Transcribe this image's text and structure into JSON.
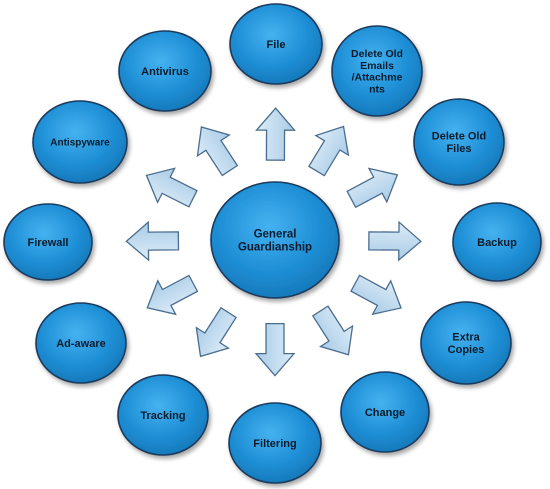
{
  "center": {
    "lines": [
      "General",
      "Guardianship"
    ]
  },
  "nodes": [
    {
      "id": "file",
      "lines": [
        "File"
      ]
    },
    {
      "id": "delete-old-emails",
      "lines": [
        "Delete Old",
        "Emails",
        "/Attachme",
        "nts"
      ]
    },
    {
      "id": "delete-old-files",
      "lines": [
        "Delete Old",
        "Files"
      ]
    },
    {
      "id": "backup",
      "lines": [
        "Backup"
      ]
    },
    {
      "id": "extra-copies",
      "lines": [
        "Extra",
        "Copies"
      ]
    },
    {
      "id": "change",
      "lines": [
        "Change"
      ]
    },
    {
      "id": "filtering",
      "lines": [
        "Filtering"
      ]
    },
    {
      "id": "tracking",
      "lines": [
        "Tracking"
      ]
    },
    {
      "id": "ad-aware",
      "lines": [
        "Ad-aware"
      ]
    },
    {
      "id": "firewall",
      "lines": [
        "Firewall"
      ]
    },
    {
      "id": "antispyware",
      "lines": [
        "Antispyware"
      ]
    },
    {
      "id": "antivirus",
      "lines": [
        "Antivirus"
      ]
    }
  ],
  "colors": {
    "node_fill": "#1f8fd6",
    "node_stroke": "#1b3a5c",
    "arrow_fill": "#bcd8ee",
    "arrow_stroke": "#4a6d8f",
    "text": "#0b1b2b"
  }
}
